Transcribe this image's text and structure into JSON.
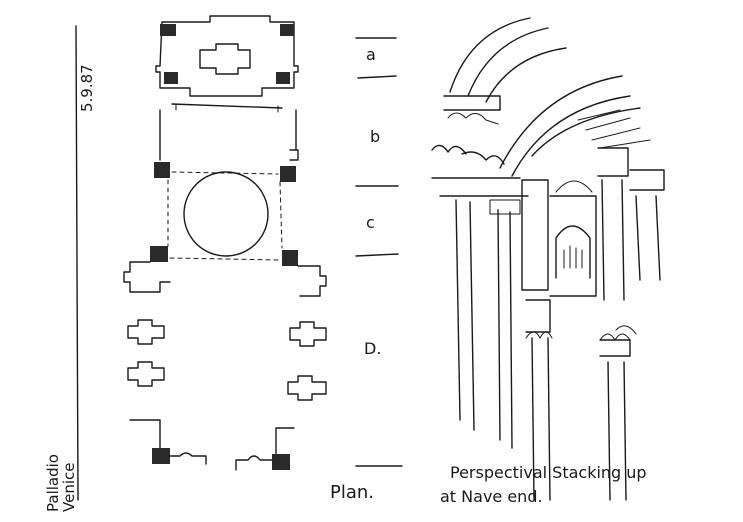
{
  "annotations": {
    "date": "5.9.87",
    "location_line1": "Palladio",
    "location_line2": "Venice",
    "plan_label": "Plan.",
    "perspective_line1": "Perspectival Stacking up",
    "perspective_line2": "at Nave end.",
    "bay_labels": [
      "a",
      "b",
      "c",
      "D."
    ]
  }
}
